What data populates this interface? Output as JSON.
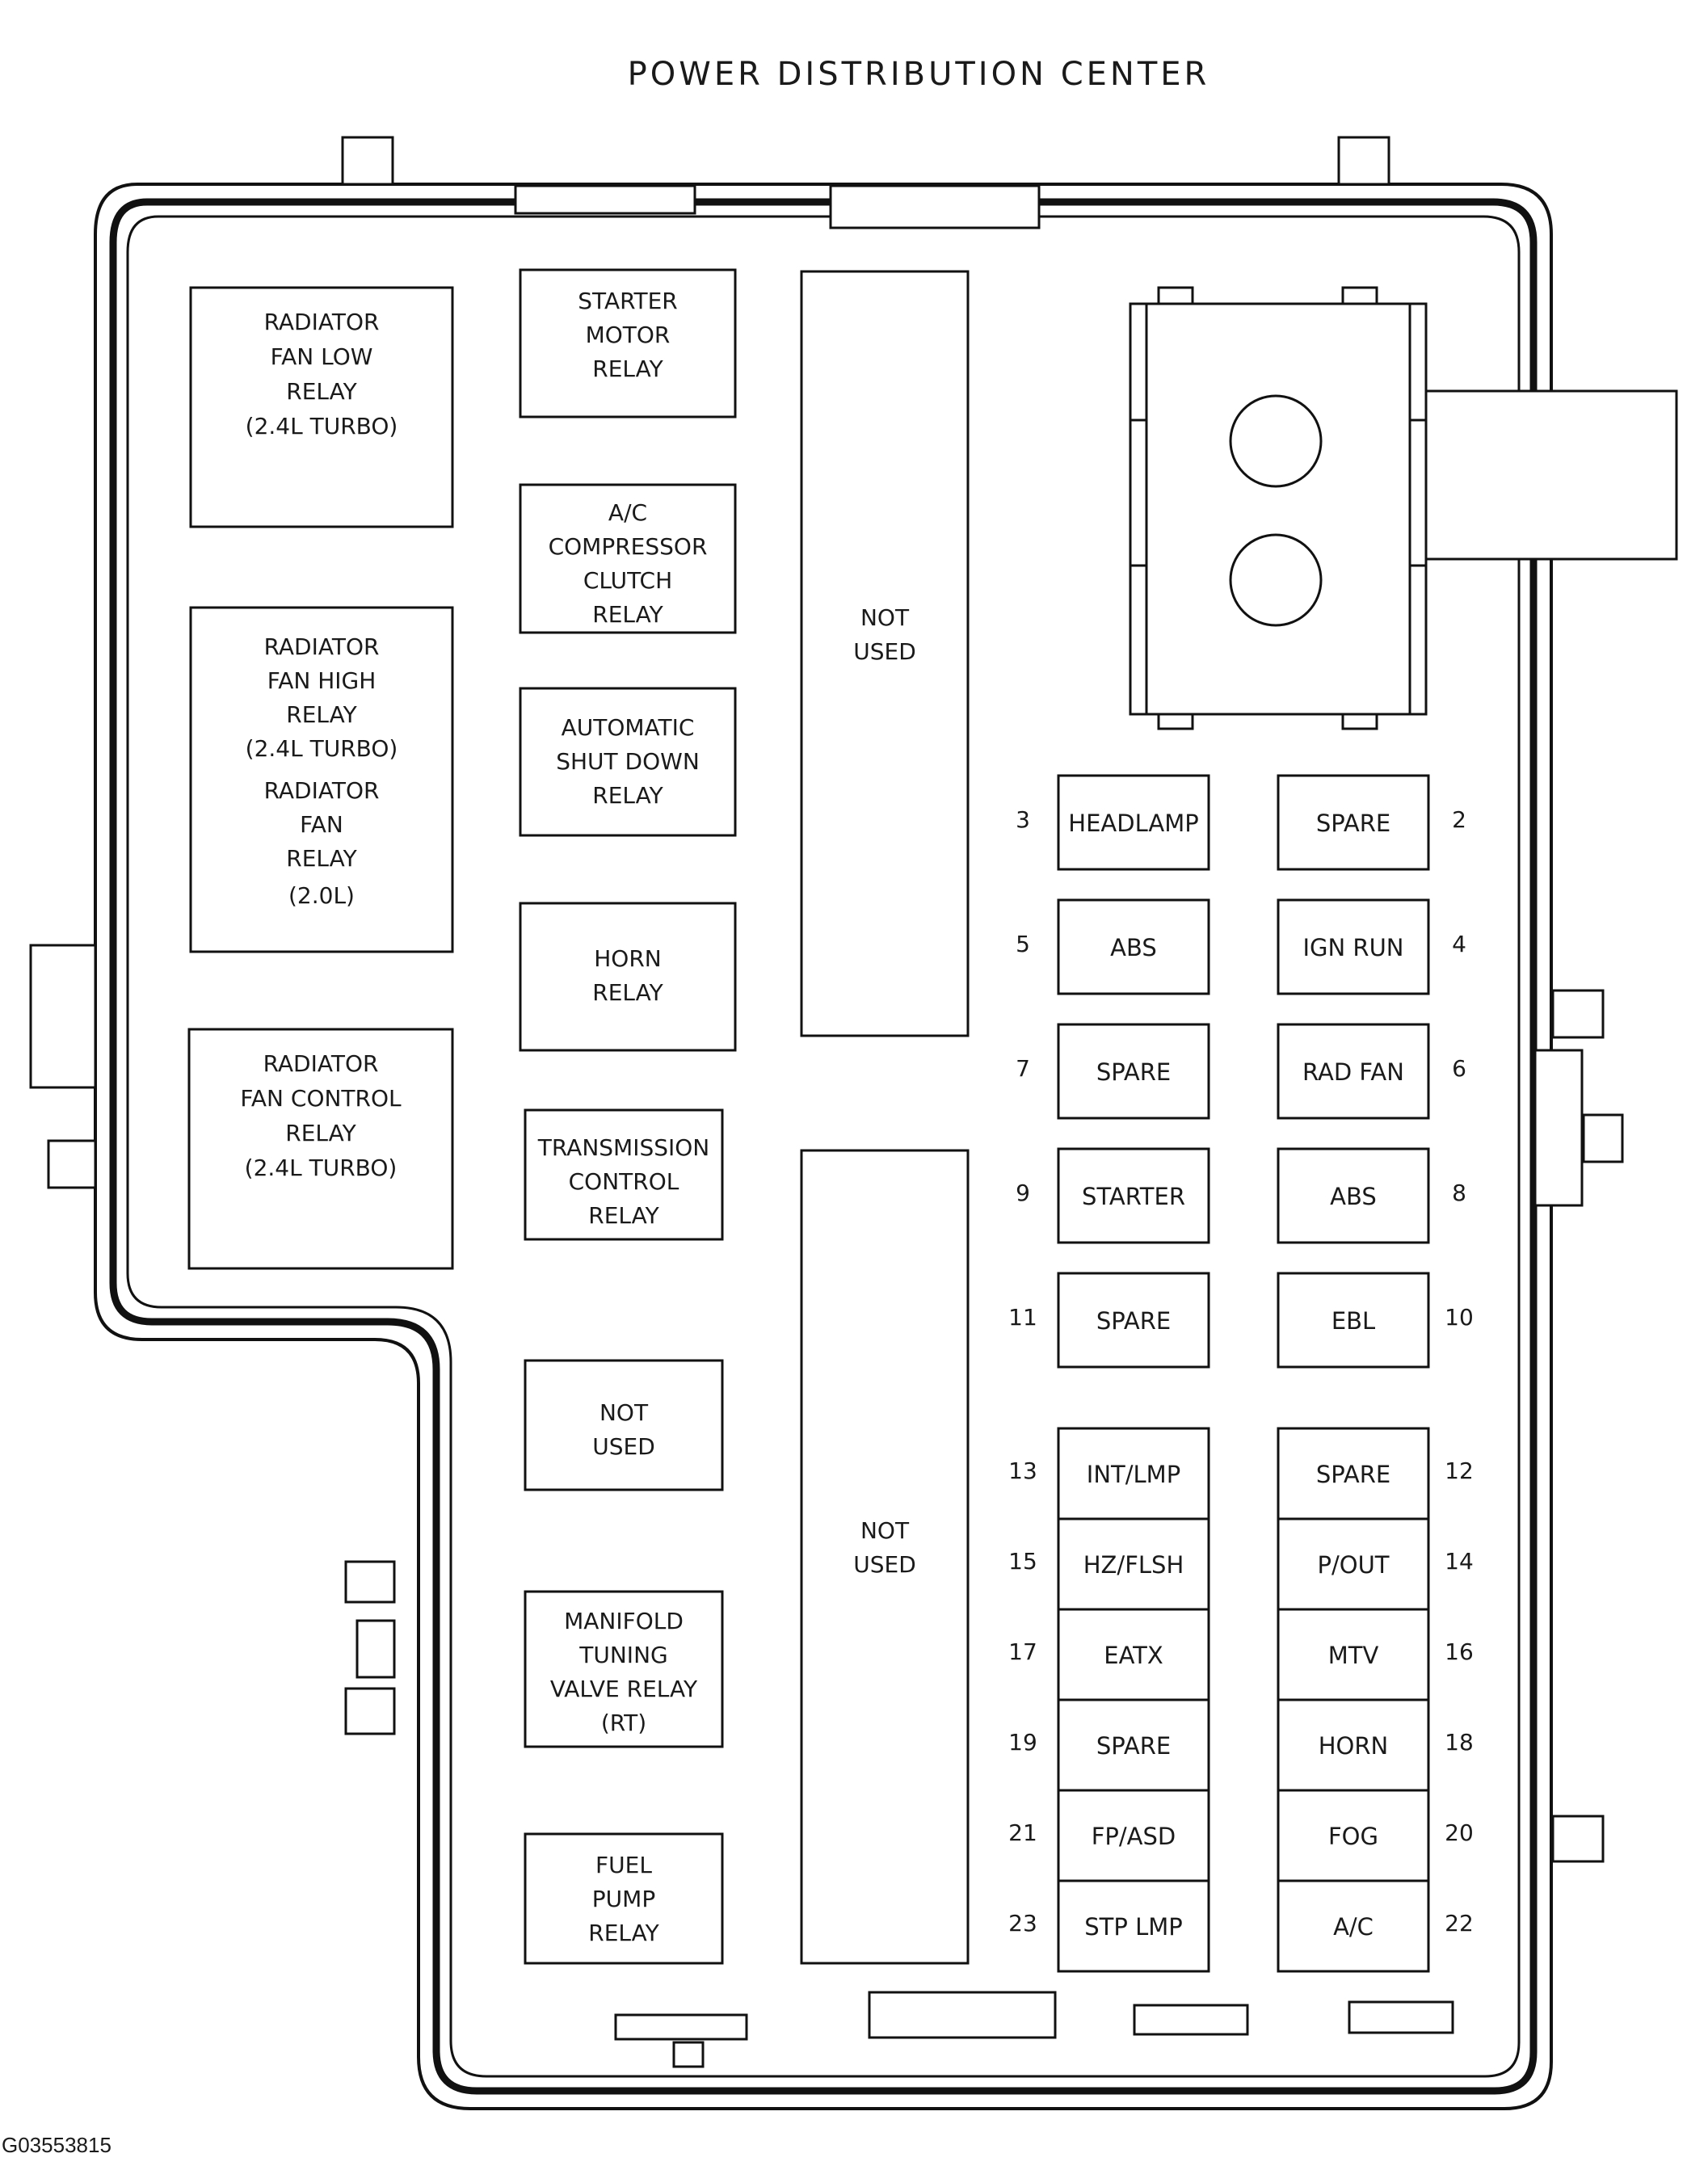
{
  "title": "POWER DISTRIBUTION CENTER",
  "figure_code": "G03553815",
  "relays": [
    {
      "id": "rad-fan-low",
      "lines": [
        "RADIATOR",
        "FAN LOW",
        "RELAY",
        "(2.4L TURBO)"
      ]
    },
    {
      "id": "rad-fan-high",
      "lines": [
        "RADIATOR",
        "FAN HIGH",
        "RELAY",
        "(2.4L TURBO)",
        "RADIATOR",
        "FAN",
        "RELAY",
        "(2.0L)"
      ]
    },
    {
      "id": "rad-fan-control",
      "lines": [
        "RADIATOR",
        "FAN CONTROL",
        "RELAY",
        "(2.4L TURBO)"
      ]
    },
    {
      "id": "starter-motor",
      "lines": [
        "STARTER",
        "MOTOR",
        "RELAY"
      ]
    },
    {
      "id": "ac-compressor",
      "lines": [
        "A/C",
        "COMPRESSOR",
        "CLUTCH",
        "RELAY"
      ]
    },
    {
      "id": "auto-shutdown",
      "lines": [
        "AUTOMATIC",
        "SHUT DOWN",
        "RELAY"
      ]
    },
    {
      "id": "horn",
      "lines": [
        "HORN",
        "RELAY"
      ]
    },
    {
      "id": "transmission-control",
      "lines": [
        "TRANSMISSION",
        "CONTROL",
        "RELAY"
      ]
    },
    {
      "id": "not-used-small",
      "lines": [
        "NOT",
        "USED"
      ]
    },
    {
      "id": "manifold-tuning",
      "lines": [
        "MANIFOLD",
        "TUNING",
        "VALVE RELAY",
        "(RT)"
      ]
    },
    {
      "id": "fuel-pump",
      "lines": [
        "FUEL",
        "PUMP",
        "RELAY"
      ]
    },
    {
      "id": "not-used-upper",
      "lines": [
        "NOT",
        "USED"
      ]
    },
    {
      "id": "not-used-lower",
      "lines": [
        "NOT",
        "USED"
      ]
    }
  ],
  "fuses_left": [
    {
      "num": "3",
      "label": "HEADLAMP"
    },
    {
      "num": "5",
      "label": "ABS"
    },
    {
      "num": "7",
      "label": "SPARE"
    },
    {
      "num": "9",
      "label": "STARTER"
    },
    {
      "num": "11",
      "label": "SPARE"
    },
    {
      "num": "13",
      "label": "INT/LMP"
    },
    {
      "num": "15",
      "label": "HZ/FLSH"
    },
    {
      "num": "17",
      "label": "EATX"
    },
    {
      "num": "19",
      "label": "SPARE"
    },
    {
      "num": "21",
      "label": "FP/ASD"
    },
    {
      "num": "23",
      "label": "STP LMP"
    }
  ],
  "fuses_right": [
    {
      "num": "2",
      "label": "SPARE"
    },
    {
      "num": "4",
      "label": "IGN RUN"
    },
    {
      "num": "6",
      "label": "RAD FAN"
    },
    {
      "num": "8",
      "label": "ABS"
    },
    {
      "num": "10",
      "label": "EBL"
    },
    {
      "num": "12",
      "label": "SPARE"
    },
    {
      "num": "14",
      "label": "P/OUT"
    },
    {
      "num": "16",
      "label": "MTV"
    },
    {
      "num": "18",
      "label": "HORN"
    },
    {
      "num": "20",
      "label": "FOG"
    },
    {
      "num": "22",
      "label": "A/C"
    }
  ]
}
